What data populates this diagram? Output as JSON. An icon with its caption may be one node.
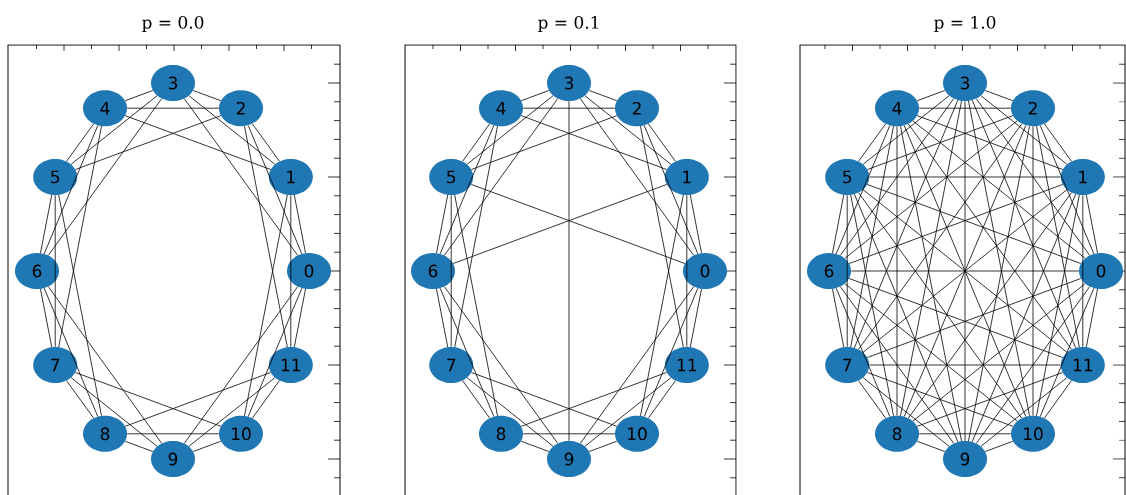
{
  "diagram": {
    "nodes": [
      {
        "text": [
          "0"
        ]
      },
      {
        "text": [
          "1"
        ]
      },
      {
        "text": [
          "2"
        ]
      },
      {
        "text": [
          "3"
        ]
      },
      {
        "text": [
          "4"
        ]
      },
      {
        "text": [
          "5"
        ]
      },
      {
        "text": [
          "6"
        ]
      },
      {
        "text": [
          "7"
        ]
      },
      {
        "text": [
          "8"
        ]
      },
      {
        "text": [
          "9"
        ]
      },
      {
        "text": [
          "10"
        ]
      },
      {
        "text": [
          "11"
        ]
      },
      {
        "text": [
          "0"
        ]
      },
      {
        "text": [
          "1"
        ]
      },
      {
        "text": [
          "2"
        ]
      },
      {
        "text": [
          "3"
        ]
      },
      {
        "text": [
          "4"
        ]
      },
      {
        "text": [
          "5"
        ]
      },
      {
        "text": [
          "6"
        ]
      },
      {
        "text": [
          "7"
        ]
      },
      {
        "text": [
          "8"
        ]
      },
      {
        "text": [
          "9"
        ]
      },
      {
        "text": [
          "10"
        ]
      },
      {
        "text": [
          "11"
        ]
      },
      {
        "text": [
          "0"
        ]
      },
      {
        "text": [
          "1"
        ]
      },
      {
        "text": [
          "2"
        ]
      },
      {
        "text": [
          "3"
        ]
      },
      {
        "text": [
          "4"
        ]
      },
      {
        "text": [
          "5"
        ]
      },
      {
        "text": [
          "6"
        ]
      },
      {
        "text": [
          "7"
        ]
      },
      {
        "text": [
          "8"
        ]
      },
      {
        "text": [
          "9"
        ]
      },
      {
        "text": [
          "10"
        ]
      },
      {
        "text": [
          "11"
        ]
      }
    ],
    "edges": [
      {
        "from": 0,
        "to": 1,
        "arrow": "none"
      },
      {
        "from": 0,
        "to": 2,
        "arrow": "none"
      },
      {
        "from": 0,
        "to": 3,
        "arrow": "none"
      },
      {
        "from": 1,
        "to": 2,
        "arrow": "none"
      },
      {
        "from": 1,
        "to": 3,
        "arrow": "none"
      },
      {
        "from": 1,
        "to": 4,
        "arrow": "none"
      },
      {
        "from": 2,
        "to": 3,
        "arrow": "none"
      },
      {
        "from": 2,
        "to": 4,
        "arrow": "none"
      },
      {
        "from": 2,
        "to": 5,
        "arrow": "none"
      },
      {
        "from": 3,
        "to": 4,
        "arrow": "none"
      },
      {
        "from": 3,
        "to": 5,
        "arrow": "none"
      },
      {
        "from": 3,
        "to": 6,
        "arrow": "none"
      },
      {
        "from": 4,
        "to": 5,
        "arrow": "none"
      },
      {
        "from": 4,
        "to": 6,
        "arrow": "none"
      },
      {
        "from": 4,
        "to": 7,
        "arrow": "none"
      },
      {
        "from": 5,
        "to": 6,
        "arrow": "none"
      },
      {
        "from": 5,
        "to": 7,
        "arrow": "none"
      },
      {
        "from": 5,
        "to": 8,
        "arrow": "none"
      },
      {
        "from": 6,
        "to": 7,
        "arrow": "none"
      },
      {
        "from": 6,
        "to": 8,
        "arrow": "none"
      },
      {
        "from": 6,
        "to": 9,
        "arrow": "none"
      },
      {
        "from": 7,
        "to": 8,
        "arrow": "none"
      },
      {
        "from": 7,
        "to": 9,
        "arrow": "none"
      },
      {
        "from": 7,
        "to": 10,
        "arrow": "none"
      },
      {
        "from": 8,
        "to": 9,
        "arrow": "none"
      },
      {
        "from": 8,
        "to": 10,
        "arrow": "none"
      },
      {
        "from": 8,
        "to": 11,
        "arrow": "none"
      },
      {
        "from": 9,
        "to": 10,
        "arrow": "none"
      },
      {
        "from": 9,
        "to": 11,
        "arrow": "none"
      },
      {
        "from": 9,
        "to": 0,
        "arrow": "none"
      },
      {
        "from": 10,
        "to": 11,
        "arrow": "none"
      },
      {
        "from": 10,
        "to": 0,
        "arrow": "none"
      },
      {
        "from": 10,
        "to": 1,
        "arrow": "none"
      },
      {
        "from": 11,
        "to": 0,
        "arrow": "none"
      },
      {
        "from": 11,
        "to": 1,
        "arrow": "none"
      },
      {
        "from": 11,
        "to": 2,
        "arrow": "none"
      },
      {
        "from": 12,
        "to": 13,
        "arrow": "none"
      },
      {
        "from": 12,
        "to": 14,
        "arrow": "none"
      },
      {
        "from": 12,
        "to": 15,
        "arrow": "none"
      },
      {
        "from": 13,
        "to": 14,
        "arrow": "none"
      },
      {
        "from": 13,
        "to": 15,
        "arrow": "none"
      },
      {
        "from": 13,
        "to": 16,
        "arrow": "none"
      },
      {
        "from": 14,
        "to": 15,
        "arrow": "none"
      },
      {
        "from": 14,
        "to": 16,
        "arrow": "none"
      },
      {
        "from": 14,
        "to": 17,
        "arrow": "none"
      },
      {
        "from": 15,
        "to": 16,
        "arrow": "none"
      },
      {
        "from": 15,
        "to": 17,
        "arrow": "none"
      },
      {
        "from": 15,
        "to": 18,
        "arrow": "none"
      },
      {
        "from": 16,
        "to": 17,
        "arrow": "none"
      },
      {
        "from": 16,
        "to": 18,
        "arrow": "none"
      },
      {
        "from": 16,
        "to": 19,
        "arrow": "none"
      },
      {
        "from": 17,
        "to": 18,
        "arrow": "none"
      },
      {
        "from": 17,
        "to": 19,
        "arrow": "none"
      },
      {
        "from": 17,
        "to": 20,
        "arrow": "none"
      },
      {
        "from": 18,
        "to": 19,
        "arrow": "none"
      },
      {
        "from": 18,
        "to": 20,
        "arrow": "none"
      },
      {
        "from": 18,
        "to": 21,
        "arrow": "none"
      },
      {
        "from": 19,
        "to": 20,
        "arrow": "none"
      },
      {
        "from": 19,
        "to": 21,
        "arrow": "none"
      },
      {
        "from": 19,
        "to": 22,
        "arrow": "none"
      },
      {
        "from": 20,
        "to": 21,
        "arrow": "none"
      },
      {
        "from": 20,
        "to": 22,
        "arrow": "none"
      },
      {
        "from": 20,
        "to": 23,
        "arrow": "none"
      },
      {
        "from": 21,
        "to": 22,
        "arrow": "none"
      },
      {
        "from": 21,
        "to": 23,
        "arrow": "none"
      },
      {
        "from": 21,
        "to": 12,
        "arrow": "none"
      },
      {
        "from": 22,
        "to": 23,
        "arrow": "none"
      },
      {
        "from": 22,
        "to": 12,
        "arrow": "none"
      },
      {
        "from": 22,
        "to": 13,
        "arrow": "none"
      },
      {
        "from": 23,
        "to": 12,
        "arrow": "none"
      },
      {
        "from": 23,
        "to": 13,
        "arrow": "none"
      },
      {
        "from": 23,
        "to": 14,
        "arrow": "none"
      },
      {
        "from": 15,
        "to": 21,
        "arrow": "none"
      },
      {
        "from": 17,
        "to": 12,
        "arrow": "none"
      },
      {
        "from": 18,
        "to": 13,
        "arrow": "none"
      },
      {
        "from": 24,
        "to": 25,
        "arrow": "none"
      },
      {
        "from": 24,
        "to": 26,
        "arrow": "none"
      },
      {
        "from": 24,
        "to": 27,
        "arrow": "none"
      },
      {
        "from": 24,
        "to": 28,
        "arrow": "none"
      },
      {
        "from": 24,
        "to": 29,
        "arrow": "none"
      },
      {
        "from": 24,
        "to": 30,
        "arrow": "none"
      },
      {
        "from": 24,
        "to": 31,
        "arrow": "none"
      },
      {
        "from": 24,
        "to": 32,
        "arrow": "none"
      },
      {
        "from": 24,
        "to": 33,
        "arrow": "none"
      },
      {
        "from": 24,
        "to": 34,
        "arrow": "none"
      },
      {
        "from": 24,
        "to": 35,
        "arrow": "none"
      },
      {
        "from": 25,
        "to": 26,
        "arrow": "none"
      },
      {
        "from": 25,
        "to": 27,
        "arrow": "none"
      },
      {
        "from": 25,
        "to": 28,
        "arrow": "none"
      },
      {
        "from": 25,
        "to": 29,
        "arrow": "none"
      },
      {
        "from": 25,
        "to": 30,
        "arrow": "none"
      },
      {
        "from": 25,
        "to": 31,
        "arrow": "none"
      },
      {
        "from": 25,
        "to": 32,
        "arrow": "none"
      },
      {
        "from": 25,
        "to": 33,
        "arrow": "none"
      },
      {
        "from": 25,
        "to": 34,
        "arrow": "none"
      },
      {
        "from": 25,
        "to": 35,
        "arrow": "none"
      },
      {
        "from": 26,
        "to": 27,
        "arrow": "none"
      },
      {
        "from": 26,
        "to": 28,
        "arrow": "none"
      },
      {
        "from": 26,
        "to": 29,
        "arrow": "none"
      },
      {
        "from": 26,
        "to": 30,
        "arrow": "none"
      },
      {
        "from": 26,
        "to": 31,
        "arrow": "none"
      },
      {
        "from": 26,
        "to": 32,
        "arrow": "none"
      },
      {
        "from": 26,
        "to": 33,
        "arrow": "none"
      },
      {
        "from": 26,
        "to": 34,
        "arrow": "none"
      },
      {
        "from": 26,
        "to": 35,
        "arrow": "none"
      },
      {
        "from": 27,
        "to": 28,
        "arrow": "none"
      },
      {
        "from": 27,
        "to": 29,
        "arrow": "none"
      },
      {
        "from": 27,
        "to": 30,
        "arrow": "none"
      },
      {
        "from": 27,
        "to": 31,
        "arrow": "none"
      },
      {
        "from": 27,
        "to": 32,
        "arrow": "none"
      },
      {
        "from": 27,
        "to": 33,
        "arrow": "none"
      },
      {
        "from": 27,
        "to": 34,
        "arrow": "none"
      },
      {
        "from": 27,
        "to": 35,
        "arrow": "none"
      },
      {
        "from": 28,
        "to": 29,
        "arrow": "none"
      },
      {
        "from": 28,
        "to": 30,
        "arrow": "none"
      },
      {
        "from": 28,
        "to": 31,
        "arrow": "none"
      },
      {
        "from": 28,
        "to": 32,
        "arrow": "none"
      },
      {
        "from": 28,
        "to": 33,
        "arrow": "none"
      },
      {
        "from": 28,
        "to": 34,
        "arrow": "none"
      },
      {
        "from": 28,
        "to": 35,
        "arrow": "none"
      },
      {
        "from": 29,
        "to": 30,
        "arrow": "none"
      },
      {
        "from": 29,
        "to": 31,
        "arrow": "none"
      },
      {
        "from": 29,
        "to": 32,
        "arrow": "none"
      },
      {
        "from": 29,
        "to": 33,
        "arrow": "none"
      },
      {
        "from": 29,
        "to": 34,
        "arrow": "none"
      },
      {
        "from": 29,
        "to": 35,
        "arrow": "none"
      },
      {
        "from": 30,
        "to": 31,
        "arrow": "none"
      },
      {
        "from": 30,
        "to": 32,
        "arrow": "none"
      },
      {
        "from": 30,
        "to": 33,
        "arrow": "none"
      },
      {
        "from": 30,
        "to": 34,
        "arrow": "none"
      },
      {
        "from": 30,
        "to": 35,
        "arrow": "none"
      },
      {
        "from": 31,
        "to": 32,
        "arrow": "none"
      },
      {
        "from": 31,
        "to": 33,
        "arrow": "none"
      },
      {
        "from": 31,
        "to": 34,
        "arrow": "none"
      },
      {
        "from": 31,
        "to": 35,
        "arrow": "none"
      },
      {
        "from": 32,
        "to": 33,
        "arrow": "none"
      },
      {
        "from": 32,
        "to": 34,
        "arrow": "none"
      },
      {
        "from": 32,
        "to": 35,
        "arrow": "none"
      },
      {
        "from": 33,
        "to": 34,
        "arrow": "none"
      },
      {
        "from": 33,
        "to": 35,
        "arrow": "none"
      },
      {
        "from": 34,
        "to": 35,
        "arrow": "none"
      }
    ],
    "labels": [
      "p = 0.0",
      "p = 0.1",
      "p = 1.0"
    ]
  }
}
